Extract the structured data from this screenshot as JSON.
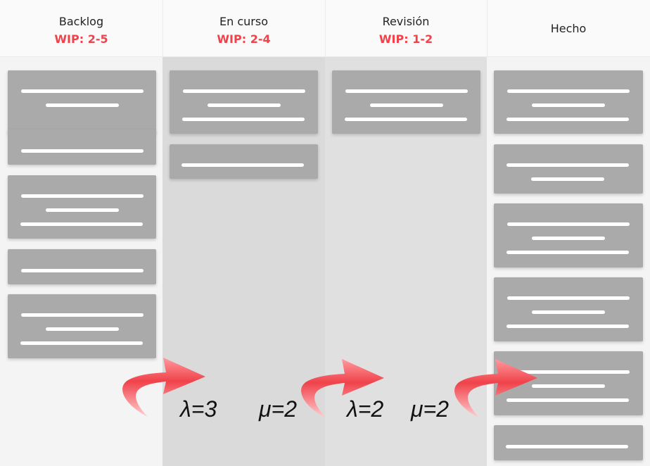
{
  "board": {
    "columns": [
      {
        "title": "Backlog",
        "wip": "WIP: 2-5",
        "bg": "#f4f4f4"
      },
      {
        "title": "En curso",
        "wip": "WIP: 2-4",
        "bg": "#dadada"
      },
      {
        "title": "Revisión",
        "wip": "WIP: 1-2",
        "bg": "#e0e0e0"
      },
      {
        "title": "Hecho",
        "wip": "",
        "bg": "#f4f4f4"
      }
    ]
  },
  "rates": {
    "lambda1": "λ=3",
    "mu1": "μ=2",
    "lambda2": "λ=2",
    "mu2": "μ=2"
  },
  "colors": {
    "wip": "#f0424a",
    "card": "#aaaaaa",
    "arrow": "#f0424a"
  }
}
